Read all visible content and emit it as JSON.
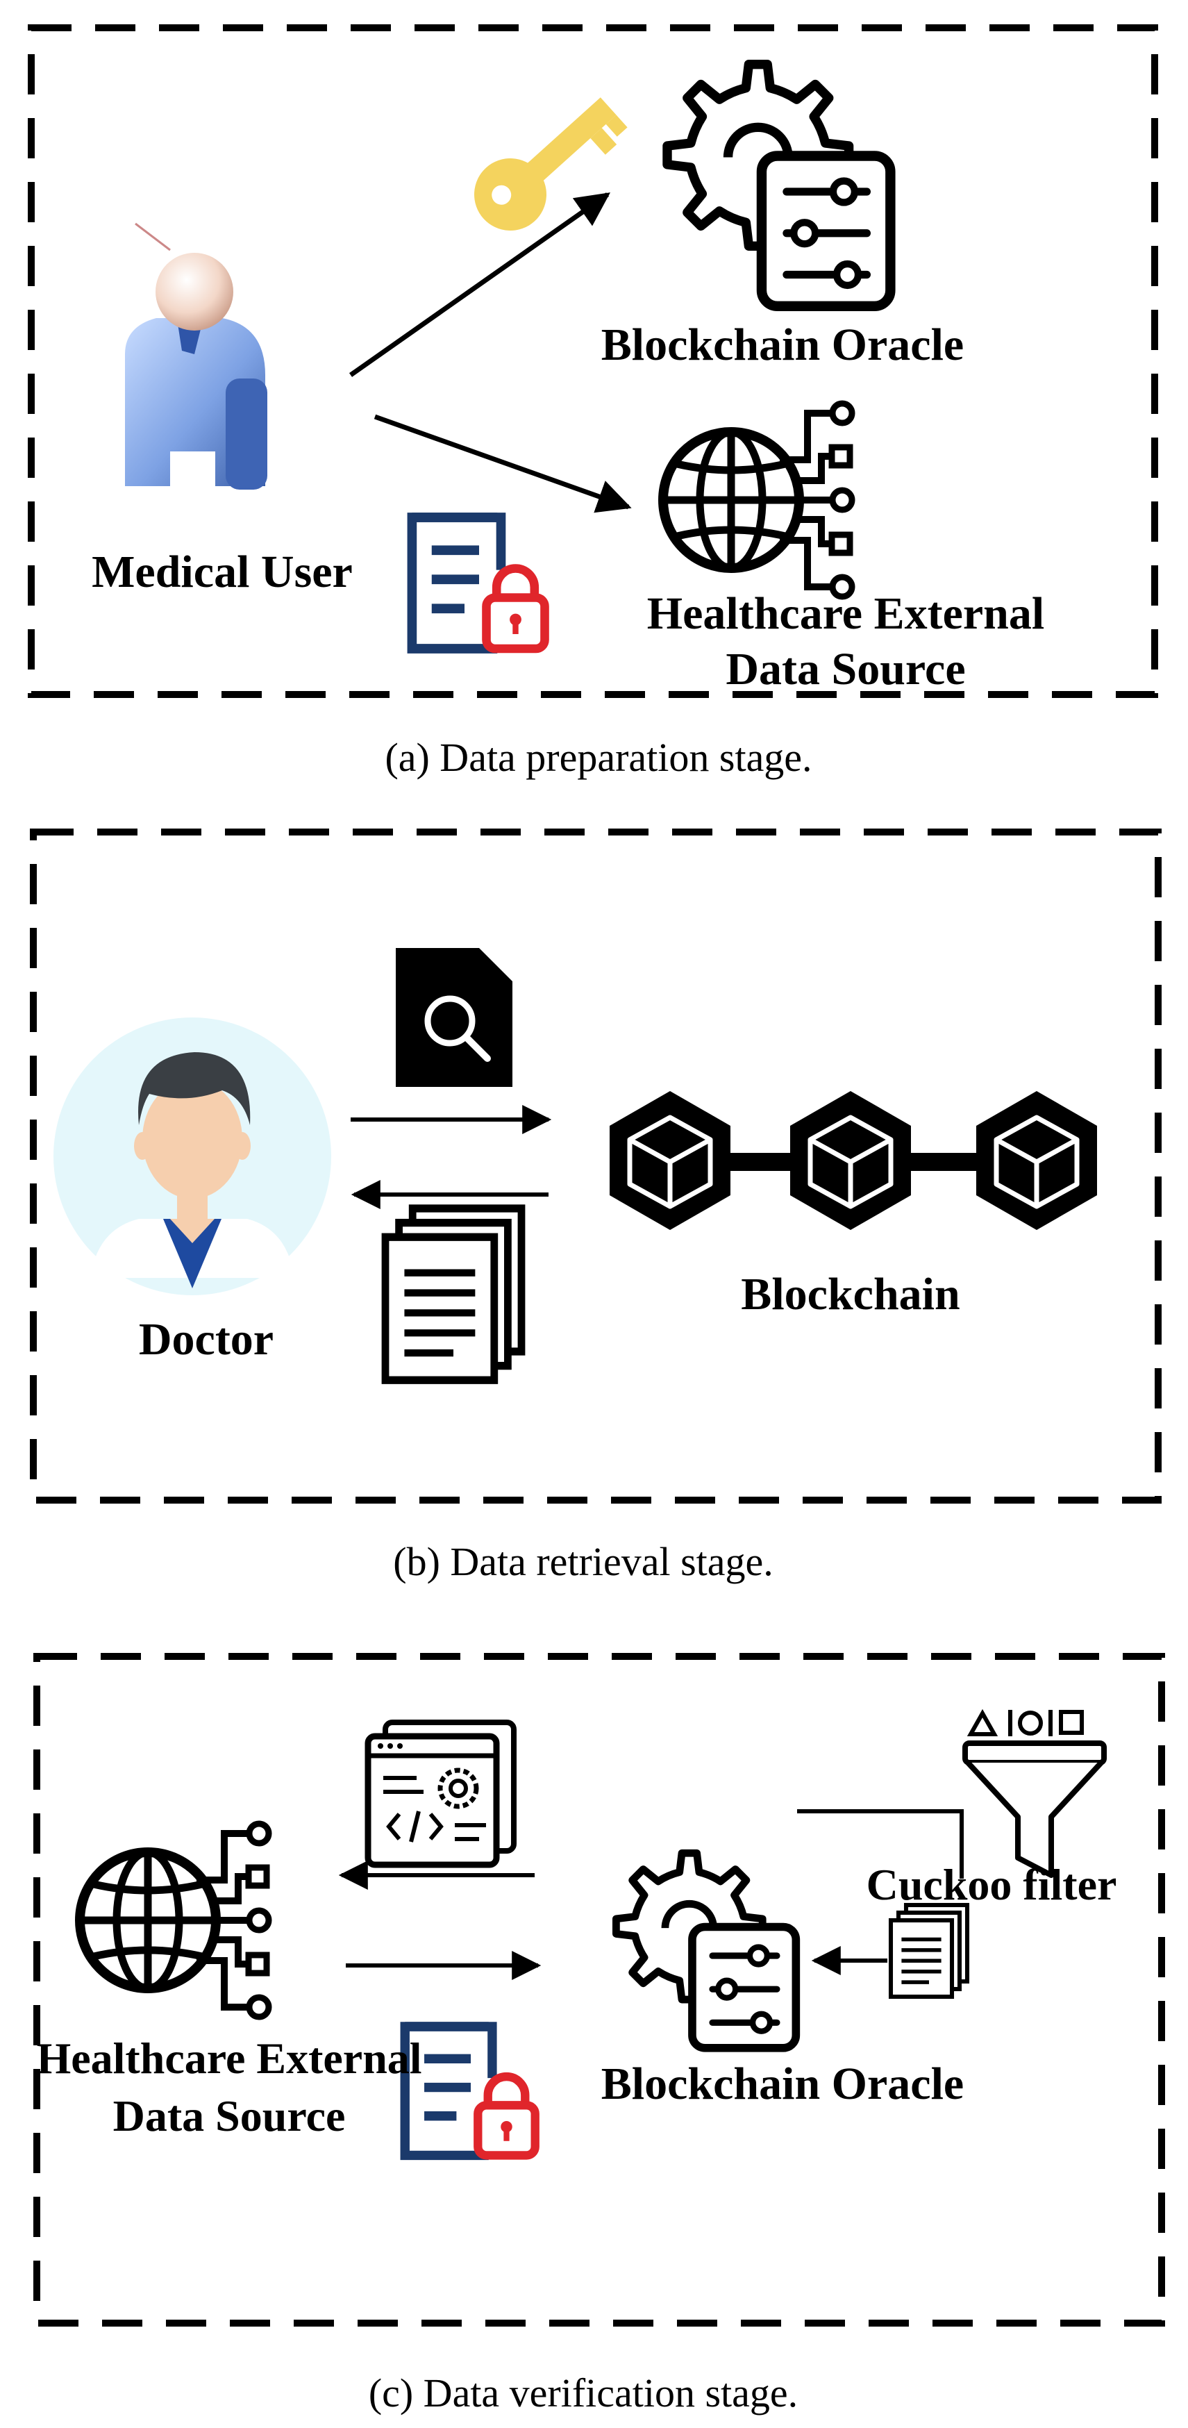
{
  "panels": {
    "a": {
      "caption": "(a) Data preparation stage.",
      "medical_user_label": "Medical User",
      "oracle_label": "Blockchain Oracle",
      "external_source_label_line1": "Healthcare External",
      "external_source_label_line2": "Data Source"
    },
    "b": {
      "caption": "(b) Data retrieval stage.",
      "doctor_label": "Doctor",
      "blockchain_label": "Blockchain"
    },
    "c": {
      "caption": "(c) Data verification stage.",
      "external_source_label_line1": "Healthcare External",
      "external_source_label_line2": "Data Source",
      "oracle_label": "Blockchain Oracle",
      "cuckoo_label": "Cuckoo filter"
    }
  },
  "icons": [
    "key-icon",
    "user-icon",
    "gear-control-icon",
    "globe-network-icon",
    "locked-document-icon",
    "search-file-icon",
    "doctor-icon",
    "blockchain-cube-icon",
    "documents-icon",
    "web-code-settings-icon",
    "funnel-filter-icon"
  ],
  "colors": {
    "key": "#f4d35e",
    "lock": "#e0252b",
    "document_blue": "#1b3a6b",
    "doctor_bg": "#e4f7fb",
    "user_blue": "#6f95d8"
  }
}
